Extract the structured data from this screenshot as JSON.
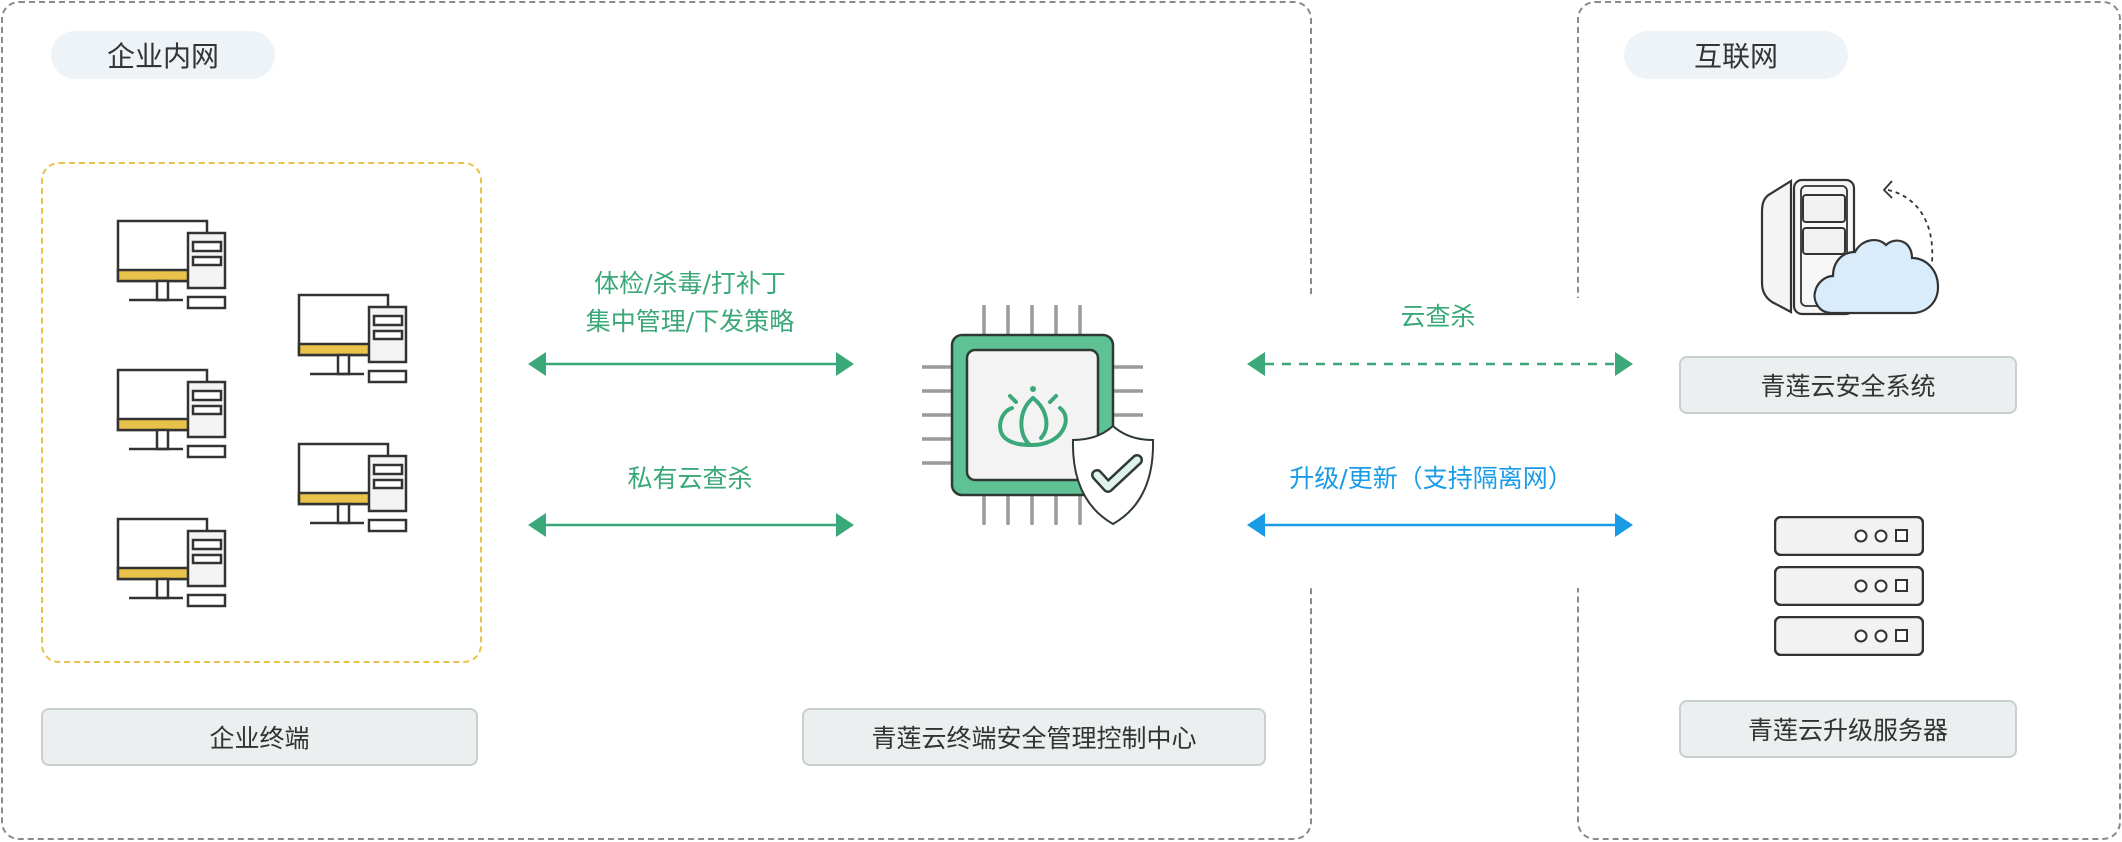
{
  "zones": {
    "intranet": {
      "title": "企业内网"
    },
    "internet": {
      "title": "互联网"
    }
  },
  "nodes": {
    "endpoints": {
      "label": "企业终端"
    },
    "control_center": {
      "label": "青莲云终端安全管理控制中心"
    },
    "security_system": {
      "label": "青莲云安全系统"
    },
    "upgrade_server": {
      "label": "青莲云升级服务器"
    }
  },
  "links": {
    "endpoint_ops": {
      "line1": "体检/杀毒/打补丁",
      "line2": "集中管理/下发策略"
    },
    "private_cloud": {
      "label": "私有云查杀"
    },
    "cloud_scan": {
      "label": "云查杀"
    },
    "upgrade": {
      "label": "升级/更新（支持隔离网）"
    }
  },
  "colors": {
    "green": "#3aa878",
    "blue": "#1a9be6",
    "yellow": "#e8c24a"
  }
}
